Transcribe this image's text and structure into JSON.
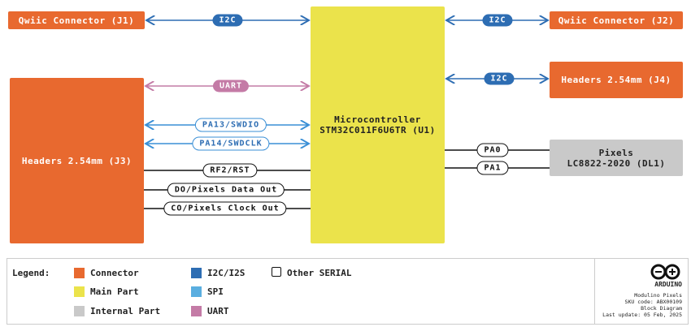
{
  "blocks": {
    "qwiic_j1": "Qwiic Connector (J1)",
    "qwiic_j2": "Qwiic Connector (J2)",
    "headers_j4": "Headers 2.54mm (J4)",
    "headers_j3": "Headers 2.54mm (J3)",
    "mcu_line1": "Microcontroller",
    "mcu_line2": "STM32C011F6U6TR (U1)",
    "pixels_line1": "Pixels",
    "pixels_line2": "LC8822-2020 (DL1)"
  },
  "signals": {
    "i2c_j1": "I2C",
    "i2c_j2": "I2C",
    "i2c_j4": "I2C",
    "uart": "UART",
    "pa13": "PA13/SWDIO",
    "pa14": "PA14/SWDCLK",
    "rst": "RF2/RST",
    "do": "DO/Pixels Data Out",
    "co": "CO/Pixels Clock Out",
    "pa0": "PA0",
    "pa1": "PA1"
  },
  "colors": {
    "connector": "#e8692f",
    "main": "#ebe34b",
    "internal": "#c9c9c9",
    "i2c": "#2d6db3",
    "spi": "#5aaee0",
    "uart": "#c47ba6"
  },
  "legend": {
    "title": "Legend:",
    "items": [
      "Connector",
      "Main Part",
      "Internal Part",
      "I2C/I2S",
      "SPI",
      "UART",
      "Other SERIAL"
    ]
  },
  "info": {
    "logo": "ARDUINO",
    "product": "Modulino Pixels",
    "sku": "SKU code: ABX00109",
    "type": "Block Diagram",
    "updated": "Last update: 05 Feb, 2025"
  }
}
